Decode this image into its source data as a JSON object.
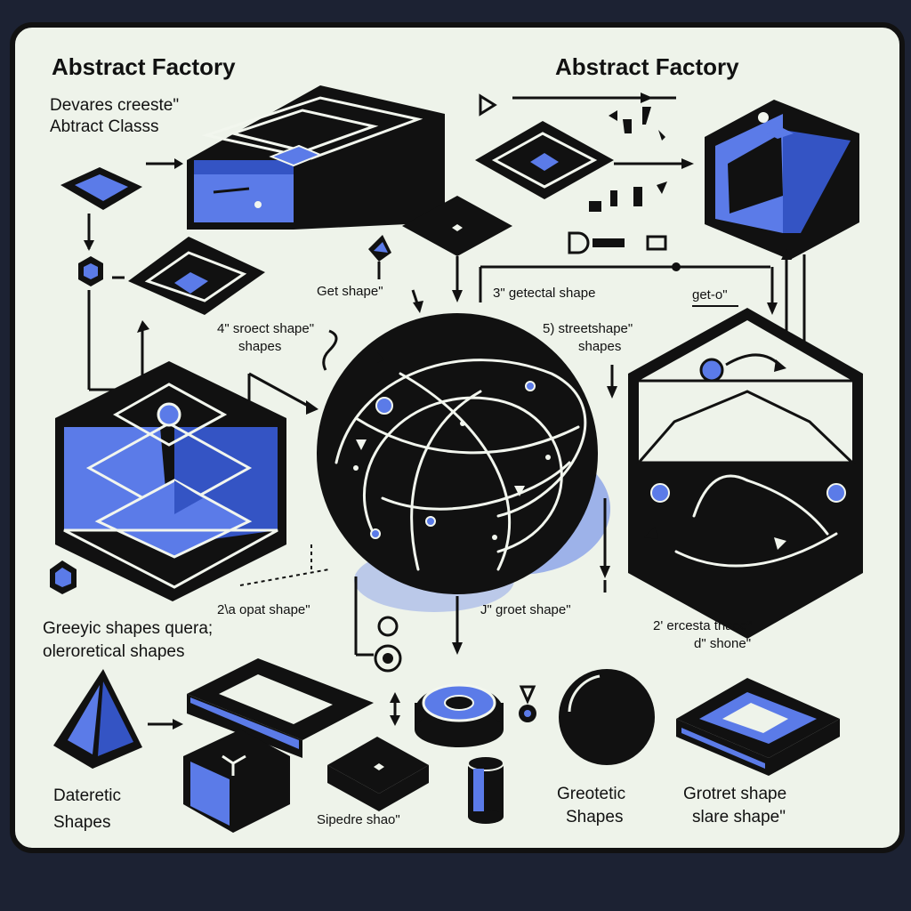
{
  "labels": {
    "title_left": "Abstract Factory",
    "title_right": "Abstract Factory",
    "subtitle_1": "Devares creeste\"",
    "subtitle_2": "Abtract Classs",
    "get_shape": "Get shape\"",
    "getectal_shape": "3\" getectal shape",
    "get_o": "get-o\"",
    "sroect_1": "4\" sroect shape\"",
    "sroect_2": "shapes",
    "streetshape_1": "5) streetshape\"",
    "streetshape_2": "shapes",
    "opat_shape": "2\\a opat shape\"",
    "groet_shape": "J\" groet shape\"",
    "ercesta_1": "2' ercesta thaee\"",
    "ercesta_2": "d\" shone\"",
    "greeric_1": "Greeyic shapes quera;",
    "greeric_2": "oleroretical shapes",
    "dateretic_1": "Dateretic",
    "dateretic_2": "Shapes",
    "sipedre": "Sipedre shao\"",
    "greotetic_1": "Greotetic",
    "greotetic_2": "Shapes",
    "grotret_1": "Grotret shape",
    "grotret_2": "slare shape\""
  },
  "colors": {
    "panel": "#eef3ea",
    "ink": "#111111",
    "accent": "#5b7be8",
    "accent_dark": "#3454c4",
    "frame": "#1c2233"
  }
}
